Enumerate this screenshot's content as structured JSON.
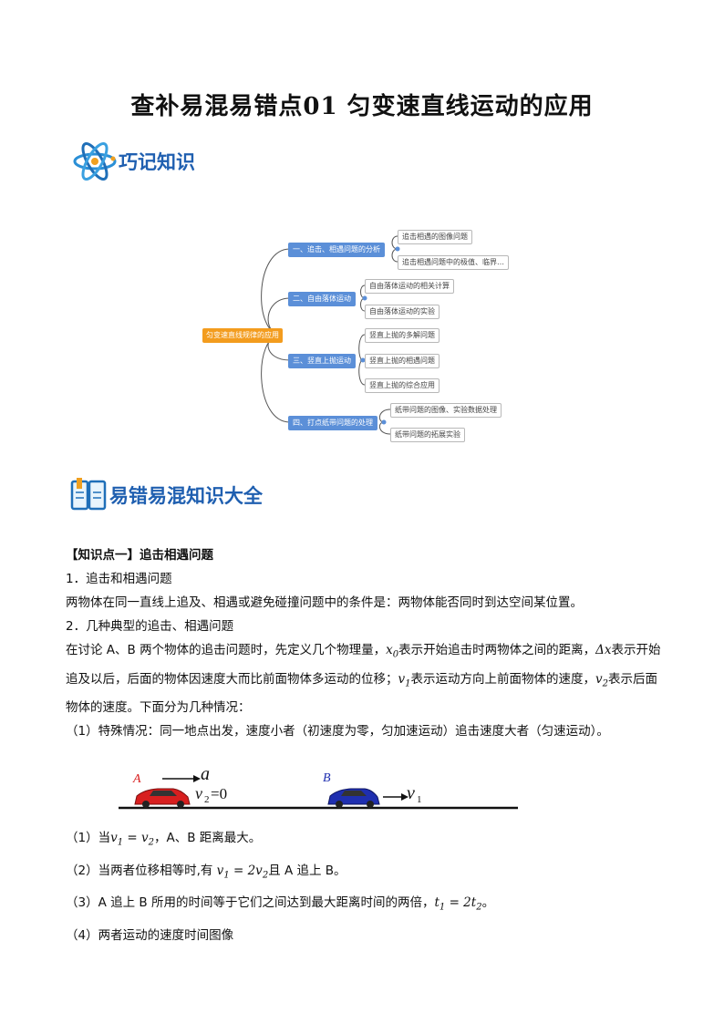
{
  "title": "查补易混易错点01 匀变速直线运动的应用",
  "section1": {
    "label": "巧记知识",
    "icon": "atom-icon"
  },
  "section2": {
    "label": "易错易混知识大全",
    "icon": "book-icon"
  },
  "mindmap": {
    "root": "匀变速直线规律的应用",
    "branches": [
      {
        "label": "一、追击、相遇问题的分析",
        "children": [
          "追击相遇的图像问题",
          "追击相遇问题中的极值、临界…"
        ]
      },
      {
        "label": "二、自由落体运动",
        "children": [
          "自由落体运动的相关计算",
          "自由落体运动的实验"
        ]
      },
      {
        "label": "三、竖直上抛运动",
        "children": [
          "竖直上抛的多解问题",
          "竖直上抛的相遇问题",
          "竖直上抛的综合应用"
        ]
      },
      {
        "label": "四、打点纸带问题的处理",
        "children": [
          "纸带问题的图像、实验数据处理",
          "纸带问题的拓展实验"
        ]
      }
    ]
  },
  "content": {
    "kp1": "【知识点一】追击相遇问题",
    "h1": "1．追击和相遇问题",
    "p1": "两物体在同一直线上追及、相遇或避免碰撞问题中的条件是：两物体能否同时到达空间某位置。",
    "h2": "2．几种典型的追击、相遇问题",
    "p2a": "在讨论 A、B 两个物体的追击问题时，先定义几个物理量，",
    "p2b": "表示开始追击时两物体之间的距离，",
    "p2c": "表示开始追及以后，后面的物体因速度大而比前面物体多运动的位移；",
    "p2d": "表示运动方向上前面物体的速度，",
    "p2e": "表示后面物体的速度。下面分为几种情况：",
    "case1": "（1）特殊情况：同一地点出发，速度小者（初速度为零，匀加速运动）追击速度大者（匀速运动）。"
  },
  "figure": {
    "label_a": "A",
    "label_b": "B",
    "accel": "a",
    "v2": "v",
    "v2_sub": "2",
    "v2_val": "=0",
    "v1": "v",
    "v1_sub": "1",
    "car_a_color": "#d81f1f",
    "car_b_color": "#1f2fb0"
  },
  "list": {
    "i1a": "（1）当",
    "i1b": "，A、B 距离最大。",
    "i2a": "（2）当两者位移相等时,有",
    "i2b": "且 A 追上 B。",
    "i3a": "（3）A 追上 B 所用的时间等于它们之间达到最大距离时间的两倍，",
    "i4": "（4）两者运动的速度时间图像"
  }
}
